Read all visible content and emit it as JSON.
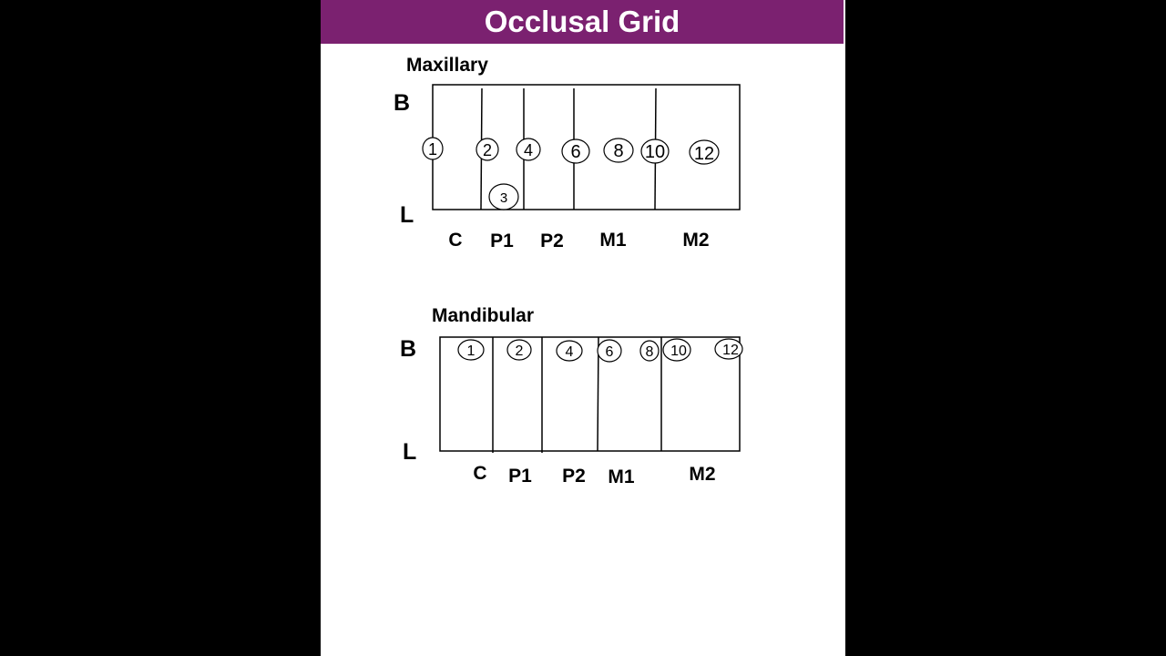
{
  "title": "Occlusal Grid",
  "colors": {
    "title_bar": "#7b2170",
    "background": "#ffffff",
    "frame": "#000000"
  },
  "maxillary": {
    "heading": "Maxillary",
    "buccal_label": "B",
    "lingual_label": "L",
    "teeth": [
      "C",
      "P1",
      "P2",
      "M1",
      "M2"
    ],
    "points": [
      "1",
      "2",
      "3",
      "4",
      "6",
      "8",
      "10",
      "12"
    ]
  },
  "mandibular": {
    "heading": "Mandibular",
    "buccal_label": "B",
    "lingual_label": "L",
    "teeth": [
      "C",
      "P1",
      "P2",
      "M1",
      "M2"
    ],
    "points": [
      "1",
      "2",
      "4",
      "6",
      "8",
      "10",
      "12"
    ]
  }
}
